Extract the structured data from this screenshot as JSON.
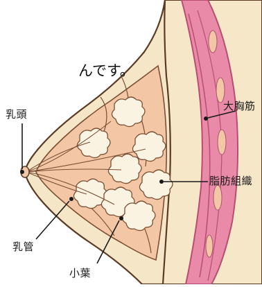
{
  "partial_text": "んです。",
  "labels": {
    "nipple": "乳頭",
    "pectoralis": "大胸筋",
    "adipose": "脂肪組織",
    "duct": "乳管",
    "lobule": "小葉"
  },
  "colors": {
    "skin_outline": "#5a3a25",
    "breast_fill": "#f6e6c8",
    "gland_fill": "#f3c7a6",
    "lobule_fill": "#fbf3e2",
    "muscle_fill": "#e98aa8",
    "muscle_dark": "#d0668b",
    "chest_fill": "#f7e7c9"
  }
}
